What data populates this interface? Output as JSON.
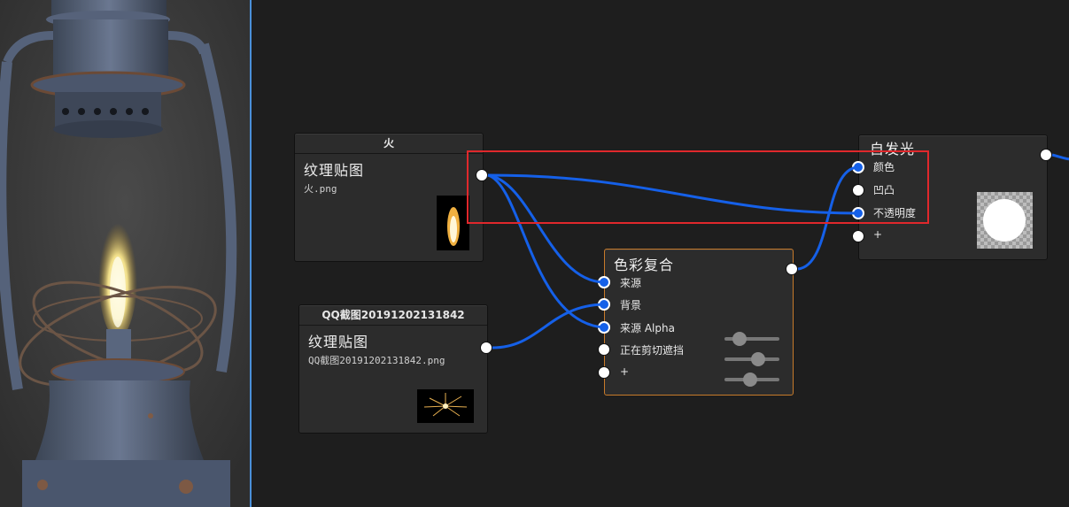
{
  "nodes": {
    "fire_texture": {
      "title": "火",
      "type_label": "纹理贴图",
      "filename": "火.png"
    },
    "qq_texture": {
      "title": "QQ截图20191202131842",
      "type_label": "纹理贴图",
      "filename": "QQ截图20191202131842.png"
    },
    "color_mix": {
      "title": "色彩复合",
      "inputs": [
        "来源",
        "背景",
        "来源 Alpha",
        "正在剪切遮挡",
        "+"
      ],
      "sliders": [
        0.2,
        0.65,
        0.45
      ]
    },
    "emissive": {
      "title": "自发光",
      "inputs": [
        "颜色",
        "凹凸",
        "不透明度",
        "+"
      ]
    }
  },
  "colors": {
    "wire": "#1560e8",
    "highlight": "#e0282c",
    "selected_border": "#c77a2a",
    "viewport_border": "#4a8fd8"
  }
}
